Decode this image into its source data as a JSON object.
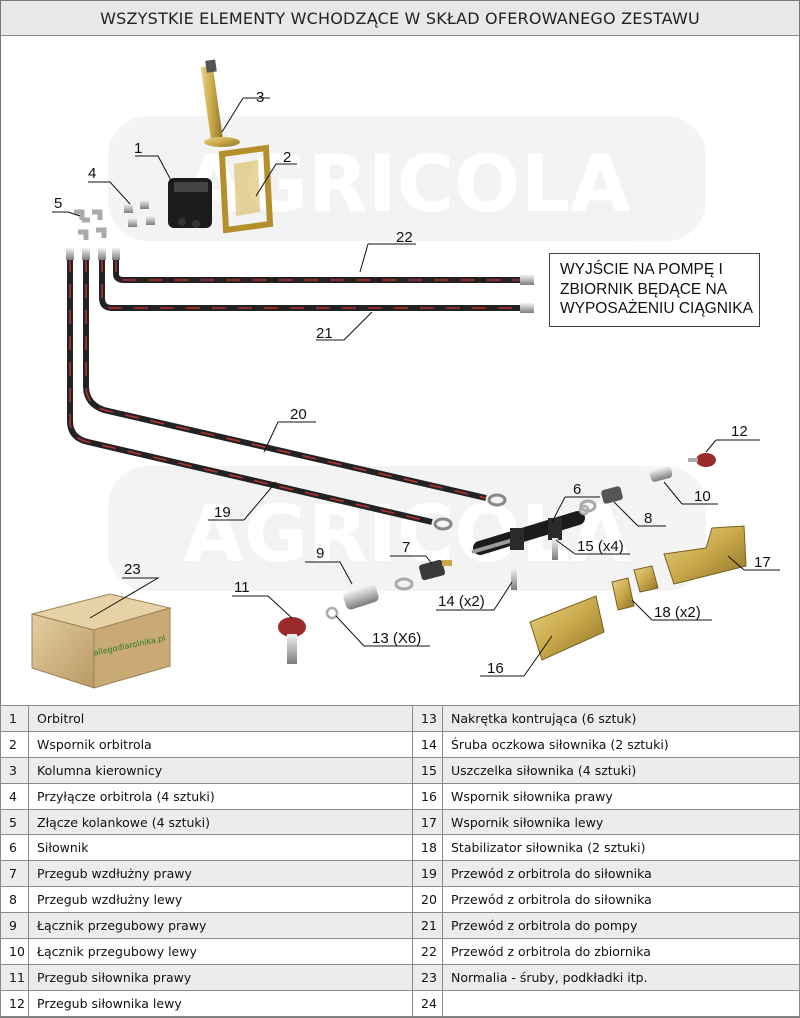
{
  "title": "WSZYSTKIE ELEMENTY WCHODZĄCE W SKŁAD OFEROWANEGO ZESTAWU",
  "watermark": "AGRICOLA",
  "box_logo": "allegodlarolnika.pl",
  "callout": {
    "line1": "WYJŚCIE NA POMPĘ I",
    "line2": "ZBIORNIK BĘDĄCE NA",
    "line3": "WYPOSAŻENIU CIĄGNIKA"
  },
  "labels": {
    "l1": "1",
    "l2": "2",
    "l3": "3",
    "l4": "4",
    "l5": "5",
    "l6": "6",
    "l7": "7",
    "l8": "8",
    "l9": "9",
    "l10": "10",
    "l11": "11",
    "l12": "12",
    "l13": "13 (X6)",
    "l14": "14 (x2)",
    "l15": "15 (x4)",
    "l16": "16",
    "l17": "17",
    "l18": "18 (x2)",
    "l19": "19",
    "l20": "20",
    "l21": "21",
    "l22": "22",
    "l23": "23"
  },
  "rows": [
    {
      "n1": "1",
      "t1": "Orbitrol",
      "n2": "13",
      "t2": "Nakrętka kontrująca (6 sztuk)"
    },
    {
      "n1": "2",
      "t1": "Wspornik orbitrola",
      "n2": "14",
      "t2": "Śruba oczkowa siłownika (2 sztuki)"
    },
    {
      "n1": "3",
      "t1": "Kolumna kierownicy",
      "n2": "15",
      "t2": "Uszczelka siłownika (4 sztuki)"
    },
    {
      "n1": "4",
      "t1": "Przyłącze orbitrola (4 sztuki)",
      "n2": "16",
      "t2": "Wspornik siłownika prawy"
    },
    {
      "n1": "5",
      "t1": "Złącze kolankowe (4 sztuki)",
      "n2": "17",
      "t2": "Wspornik siłownika lewy"
    },
    {
      "n1": "6",
      "t1": " Siłownik",
      "n2": "18",
      "t2": "Stabilizator siłownika (2 sztuki)"
    },
    {
      "n1": "7",
      "t1": "Przegub wzdłużny prawy",
      "n2": "19",
      "t2": "Przewód z orbitrola do siłownika"
    },
    {
      "n1": "8",
      "t1": "Przegub wzdłużny lewy",
      "n2": "20",
      "t2": "Przewód z orbitrola do siłownika"
    },
    {
      "n1": "9",
      "t1": " Łącznik przegubowy prawy",
      "n2": "21",
      "t2": "Przewód z orbitrola do pompy"
    },
    {
      "n1": "10",
      "t1": "Łącznik przegubowy lewy",
      "n2": "22",
      "t2": "Przewód z orbitrola do zbiornika"
    },
    {
      "n1": "11",
      "t1": "Przegub siłownika prawy",
      "n2": "23",
      "t2": "Normalia - śruby, podkładki itp."
    },
    {
      "n1": "12",
      "t1": "Przegub siłownika lewy",
      "n2": "24",
      "t2": ""
    }
  ]
}
